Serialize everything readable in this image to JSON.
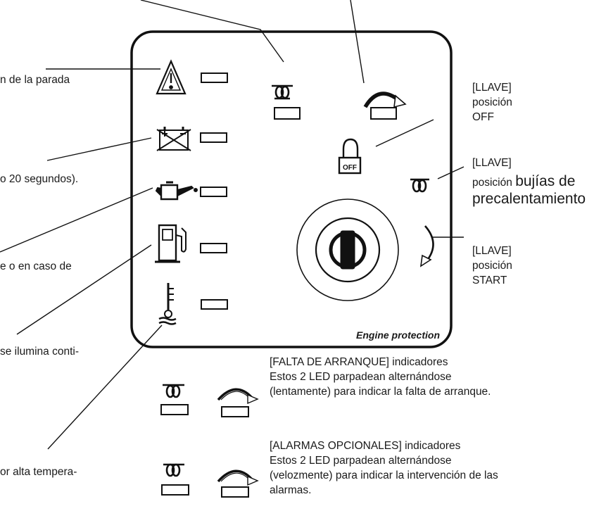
{
  "panel": {
    "caption": "Engine protection",
    "lock_text": "OFF"
  },
  "left_labels": {
    "stop": "n de la parada",
    "battery": "o 20 segundos).",
    "oil": "e o en caso de",
    "fuel": "se ilumina conti-",
    "temp": "or alta tempera-"
  },
  "right_labels": {
    "off_1": "[LLAVE]",
    "off_2": "posición",
    "off_3": "OFF",
    "glow_1": "[LLAVE]",
    "glow_2a": "posición",
    "glow_2b": "bujías de",
    "glow_3": "precalentamiento",
    "start_1": "[LLAVE]",
    "start_2": "posición",
    "start_3": "START"
  },
  "bottom_notes": {
    "fail_1": "[FALTA DE ARRANQUE] indicadores",
    "fail_2": "Estos 2  LED parpadean alternándose",
    "fail_3": "(lentamente) para indicar la falta de arranque.",
    "alarm_1": "[ALARMAS OPCIONALES] indicadores",
    "alarm_2": "Estos 2  LED parpadean alternándose",
    "alarm_3": "(velozmente) para indicar la intervención de las",
    "alarm_4": "alarmas."
  },
  "icons": [
    "warning-triangle-icon",
    "battery-icon",
    "oil-can-icon",
    "fuel-pump-icon",
    "thermometer-icon",
    "glow-plug-icon",
    "crank-arrow-icon",
    "padlock-icon",
    "key-switch-icon"
  ]
}
